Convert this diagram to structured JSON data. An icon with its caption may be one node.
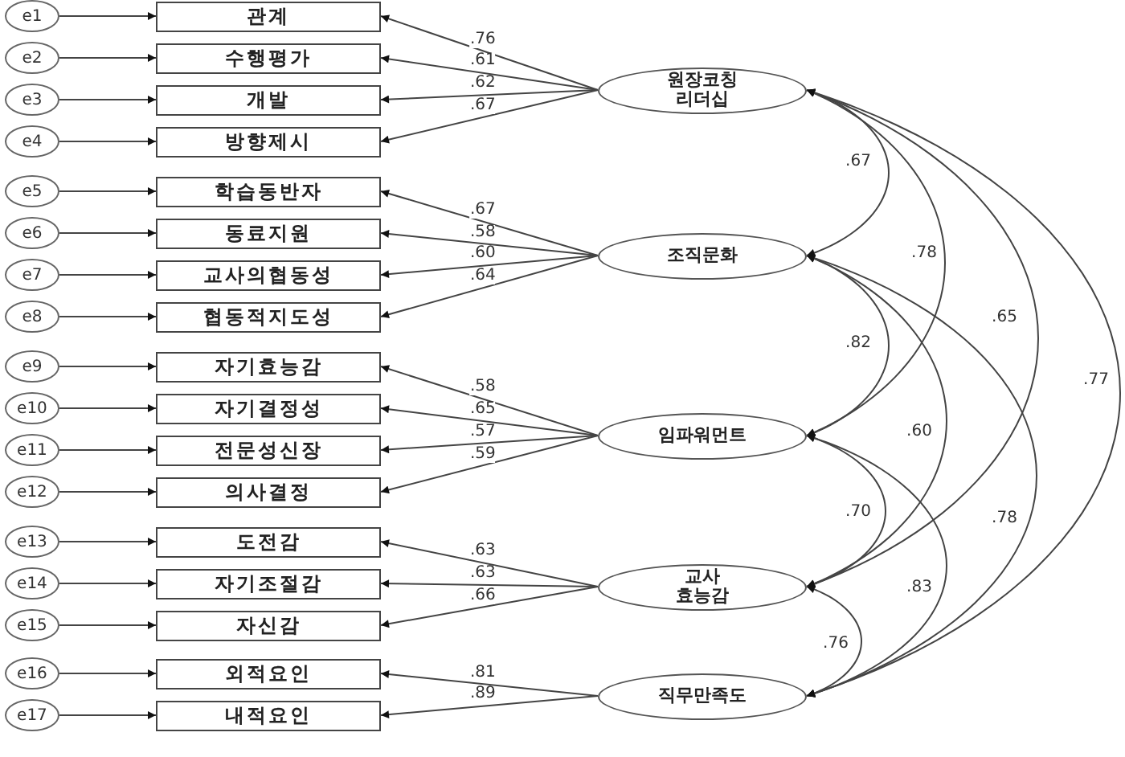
{
  "diagram": {
    "nodes": [
      {
        "text": [
          "e1"
        ]
      },
      {
        "text": [
          "e2"
        ]
      },
      {
        "text": [
          "e3"
        ]
      },
      {
        "text": [
          "e4"
        ]
      },
      {
        "text": [
          "e5"
        ]
      },
      {
        "text": [
          "e6"
        ]
      },
      {
        "text": [
          "e7"
        ]
      },
      {
        "text": [
          "e8"
        ]
      },
      {
        "text": [
          "e9"
        ]
      },
      {
        "text": [
          "e10"
        ]
      },
      {
        "text": [
          "e11"
        ]
      },
      {
        "text": [
          "e12"
        ]
      },
      {
        "text": [
          "e13"
        ]
      },
      {
        "text": [
          "e14"
        ]
      },
      {
        "text": [
          "e15"
        ]
      },
      {
        "text": [
          "e16"
        ]
      },
      {
        "text": [
          "e17"
        ]
      },
      {
        "text": [
          "관계"
        ]
      },
      {
        "text": [
          "수행평가"
        ]
      },
      {
        "text": [
          "개발"
        ]
      },
      {
        "text": [
          "방향제시"
        ]
      },
      {
        "text": [
          "학습동반자"
        ]
      },
      {
        "text": [
          "동료지원"
        ]
      },
      {
        "text": [
          "교사의협동성"
        ]
      },
      {
        "text": [
          "협동적지도성"
        ]
      },
      {
        "text": [
          "자기효능감"
        ]
      },
      {
        "text": [
          "자기결정성"
        ]
      },
      {
        "text": [
          "전문성신장"
        ]
      },
      {
        "text": [
          "의사결정"
        ]
      },
      {
        "text": [
          "도전감"
        ]
      },
      {
        "text": [
          "자기조절감"
        ]
      },
      {
        "text": [
          "자신감"
        ]
      },
      {
        "text": [
          "외적요인"
        ]
      },
      {
        "text": [
          "내적요인"
        ]
      },
      {
        "text": [
          "원장코칭 리더십"
        ]
      },
      {
        "text": [
          "조직문화"
        ]
      },
      {
        "text": [
          "임파워먼트"
        ]
      },
      {
        "text": [
          "교사 효능감"
        ]
      },
      {
        "text": [
          "직무만족도"
        ]
      }
    ],
    "edges": [
      {
        "from": 0,
        "to": 17,
        "arrow": "to"
      },
      {
        "from": 1,
        "to": 18,
        "arrow": "to"
      },
      {
        "from": 2,
        "to": 19,
        "arrow": "to"
      },
      {
        "from": 3,
        "to": 20,
        "arrow": "to"
      },
      {
        "from": 4,
        "to": 21,
        "arrow": "to"
      },
      {
        "from": 5,
        "to": 22,
        "arrow": "to"
      },
      {
        "from": 6,
        "to": 23,
        "arrow": "to"
      },
      {
        "from": 7,
        "to": 24,
        "arrow": "to"
      },
      {
        "from": 8,
        "to": 25,
        "arrow": "to"
      },
      {
        "from": 9,
        "to": 26,
        "arrow": "to"
      },
      {
        "from": 10,
        "to": 27,
        "arrow": "to"
      },
      {
        "from": 11,
        "to": 28,
        "arrow": "to"
      },
      {
        "from": 12,
        "to": 29,
        "arrow": "to"
      },
      {
        "from": 13,
        "to": 30,
        "arrow": "to"
      },
      {
        "from": 14,
        "to": 31,
        "arrow": "to"
      },
      {
        "from": 15,
        "to": 32,
        "arrow": "to"
      },
      {
        "from": 16,
        "to": 33,
        "arrow": "to"
      },
      {
        "from": 34,
        "to": 17,
        "arrow": "to",
        "label": ".76"
      },
      {
        "from": 34,
        "to": 18,
        "arrow": "to",
        "label": ".61"
      },
      {
        "from": 34,
        "to": 19,
        "arrow": "to",
        "label": ".62"
      },
      {
        "from": 34,
        "to": 20,
        "arrow": "to",
        "label": ".67"
      },
      {
        "from": 35,
        "to": 21,
        "arrow": "to",
        "label": ".67"
      },
      {
        "from": 35,
        "to": 22,
        "arrow": "to",
        "label": ".58"
      },
      {
        "from": 35,
        "to": 23,
        "arrow": "to",
        "label": ".60"
      },
      {
        "from": 35,
        "to": 24,
        "arrow": "to",
        "label": ".64"
      },
      {
        "from": 36,
        "to": 25,
        "arrow": "to",
        "label": ".58"
      },
      {
        "from": 36,
        "to": 26,
        "arrow": "to",
        "label": ".65"
      },
      {
        "from": 36,
        "to": 27,
        "arrow": "to",
        "label": ".57"
      },
      {
        "from": 36,
        "to": 28,
        "arrow": "to",
        "label": ".59"
      },
      {
        "from": 37,
        "to": 29,
        "arrow": "to",
        "label": ".63"
      },
      {
        "from": 37,
        "to": 30,
        "arrow": "to",
        "label": ".63"
      },
      {
        "from": 37,
        "to": 31,
        "arrow": "to",
        "label": ".66"
      },
      {
        "from": 38,
        "to": 32,
        "arrow": "to",
        "label": ".81"
      },
      {
        "from": 38,
        "to": 33,
        "arrow": "to",
        "label": ".89"
      },
      {
        "from": 34,
        "to": 35,
        "arrow": "both",
        "label": ".67"
      },
      {
        "from": 34,
        "to": 36,
        "arrow": "both",
        "label": ".78"
      },
      {
        "from": 34,
        "to": 37,
        "arrow": "both",
        "label": ".65"
      },
      {
        "from": 34,
        "to": 38,
        "arrow": "both",
        "label": ".77"
      },
      {
        "from": 35,
        "to": 36,
        "arrow": "both",
        "label": ".82"
      },
      {
        "from": 35,
        "to": 37,
        "arrow": "both",
        "label": ".60"
      },
      {
        "from": 35,
        "to": 38,
        "arrow": "both",
        "label": ".78"
      },
      {
        "from": 36,
        "to": 37,
        "arrow": "both",
        "label": ".70"
      },
      {
        "from": 36,
        "to": 38,
        "arrow": "both",
        "label": ".83"
      },
      {
        "from": 37,
        "to": 38,
        "arrow": "both",
        "label": ".76"
      }
    ]
  }
}
